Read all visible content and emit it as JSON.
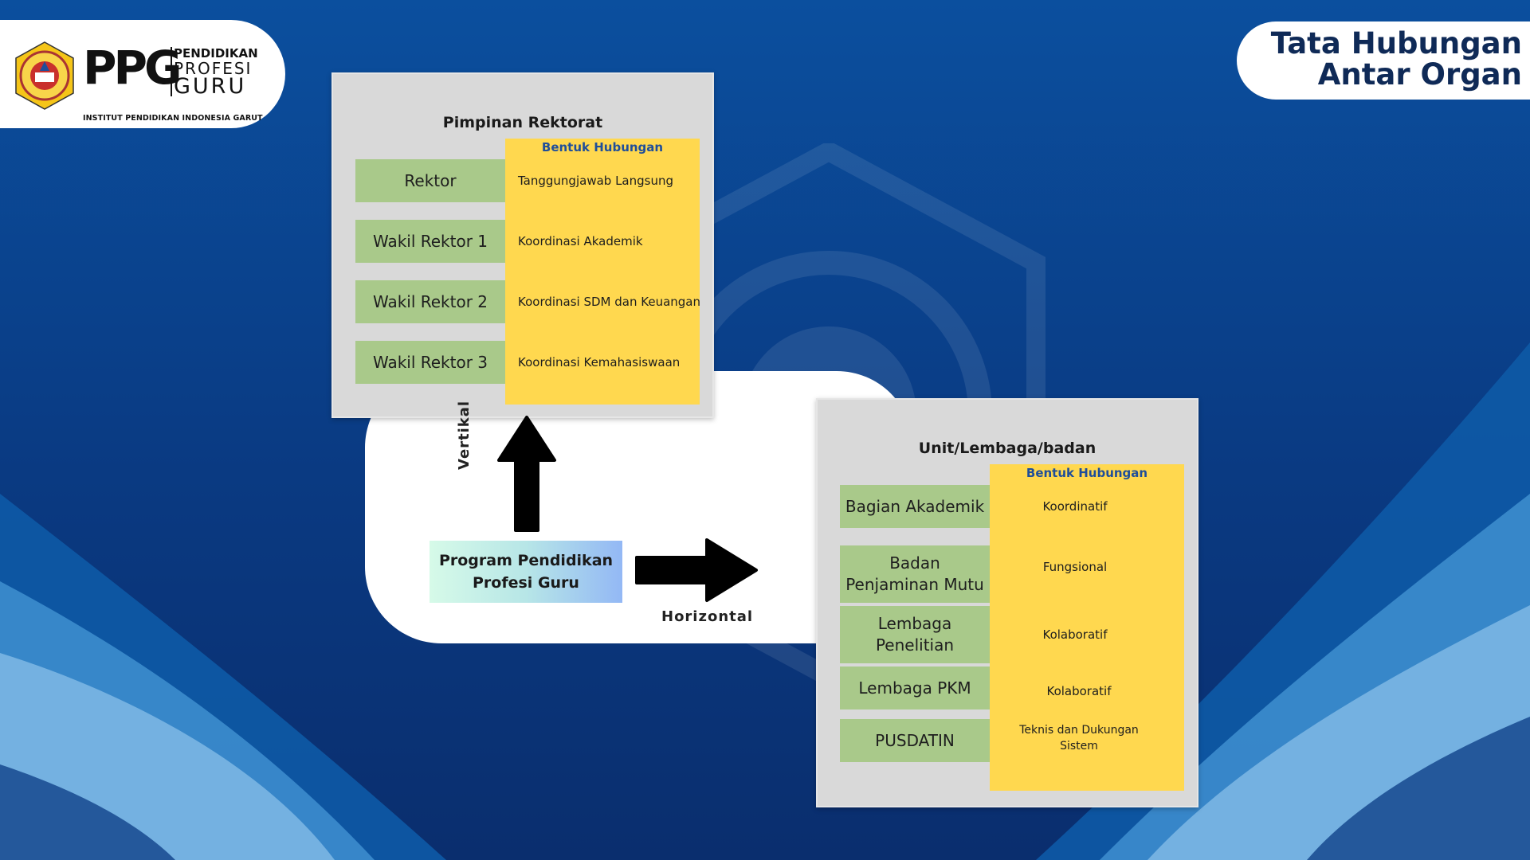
{
  "logo": {
    "ppg": "PPG",
    "line1": "PENDIDIKAN",
    "line2": "PROFESI",
    "line3": "GURU",
    "institution": "INSTITUT PENDIDIKAN INDONESIA GARUT"
  },
  "page_title": {
    "line1": "Tata Hubungan",
    "line2": "Antar Organ"
  },
  "center": {
    "program_line1": "Program Pendidikan",
    "program_line2": "Profesi Guru",
    "vertical_label": "Vertikal",
    "horizontal_label": "Horizontal"
  },
  "rektorat": {
    "title": "Pimpinan Rektorat",
    "relation_header": "Bentuk Hubungan",
    "items": [
      {
        "name": "Rektor",
        "relation": "Tanggungjawab Langsung"
      },
      {
        "name": "Wakil Rektor 1",
        "relation": "Koordinasi Akademik"
      },
      {
        "name": "Wakil Rektor 2",
        "relation": "Koordinasi SDM dan Keuangan"
      },
      {
        "name": "Wakil Rektor 3",
        "relation": "Koordinasi Kemahasiswaan"
      }
    ]
  },
  "unit": {
    "title": "Unit/Lembaga/badan",
    "relation_header": "Bentuk Hubungan",
    "items": [
      {
        "name_line1": "Bagian Akademik",
        "name_line2": "",
        "relation_line1": "Koordinatif",
        "relation_line2": ""
      },
      {
        "name_line1": "Badan",
        "name_line2": "Penjaminan Mutu",
        "relation_line1": "Fungsional",
        "relation_line2": ""
      },
      {
        "name_line1": "Lembaga",
        "name_line2": "Penelitian",
        "relation_line1": "Kolaboratif",
        "relation_line2": ""
      },
      {
        "name_line1": "Lembaga PKM",
        "name_line2": "",
        "relation_line1": "Kolaboratif",
        "relation_line2": ""
      },
      {
        "name_line1": "PUSDATIN",
        "name_line2": "",
        "relation_line1": "Teknis dan Dukungan",
        "relation_line2": "Sistem"
      }
    ]
  },
  "colors": {
    "background_top": "#0b4f9e",
    "background_bottom": "#0a2e6e",
    "title_text": "#0f2a57",
    "green_box": "#a9c98a",
    "yellow_column": "#ffd84f",
    "relation_header": "#1f4e9a",
    "panel": "#d9d9d9"
  }
}
